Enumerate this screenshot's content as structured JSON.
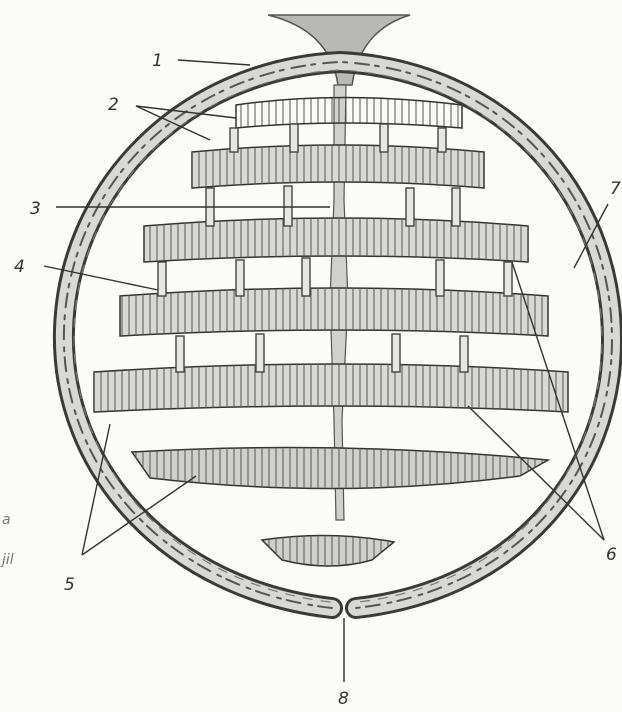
{
  "colors": {
    "paper": "#fbfbf8",
    "ink": "#3a3a3a",
    "shell": "#c9c9c6",
    "tier_fill": "#d8d8d4",
    "funnel": "#b8b8b6"
  },
  "labels": [
    "1",
    "2",
    "3",
    "4",
    "5",
    "6",
    "7",
    "8"
  ],
  "margin_text": [
    "a",
    "jil"
  ]
}
